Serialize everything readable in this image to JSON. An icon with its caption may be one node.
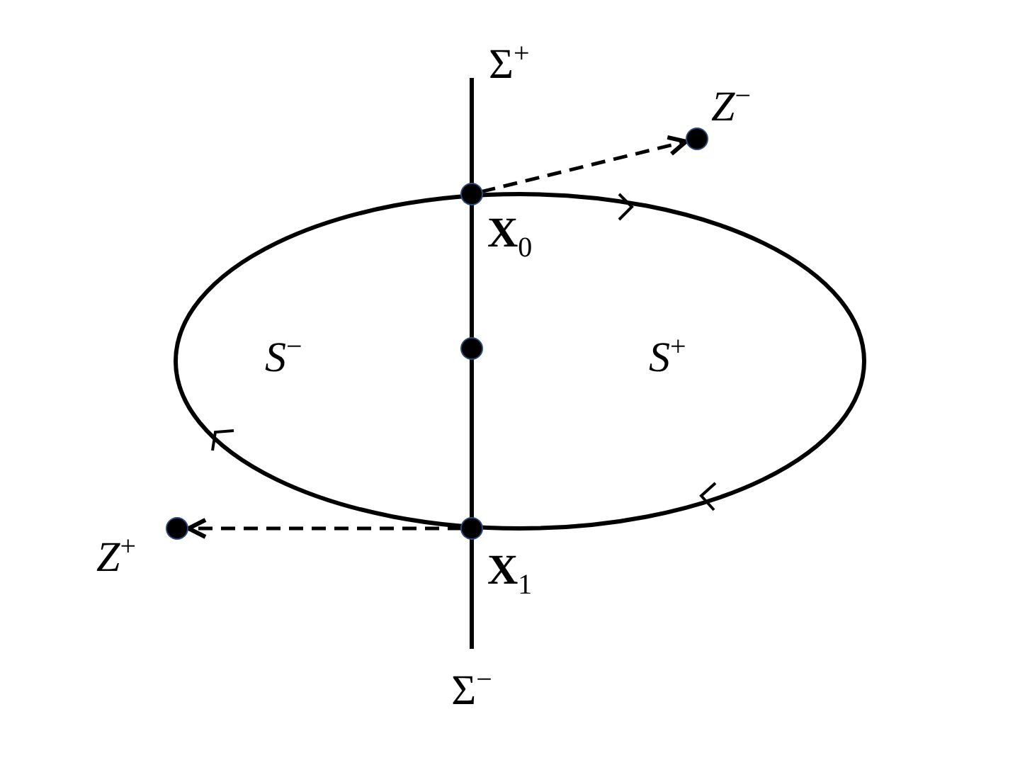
{
  "diagram": {
    "nodes": [
      {
        "text": [],
        "shape": "circle",
        "beside": [
          "**X**$_{0}$"
        ]
      },
      {
        "text": [],
        "shape": "circle",
        "beside": [
          "*Z*$^{−}$"
        ]
      },
      {
        "text": [],
        "shape": "circle"
      },
      {
        "text": [],
        "shape": "circle",
        "beside": [
          "**X**$_{1}$"
        ]
      },
      {
        "text": [],
        "shape": "circle",
        "beside": [
          "*Z*$^{+}$"
        ]
      }
    ],
    "edges": [
      {
        "from": 0,
        "to": 1,
        "arrow": "to",
        "style": "dashed"
      },
      {
        "from": 3,
        "to": 4,
        "arrow": "to",
        "style": "dashed"
      }
    ],
    "labels": [
      "Σ$^{+}$",
      "*S*$^{−}$",
      "*S*$^{+}$",
      "Σ$^{−}$"
    ]
  }
}
